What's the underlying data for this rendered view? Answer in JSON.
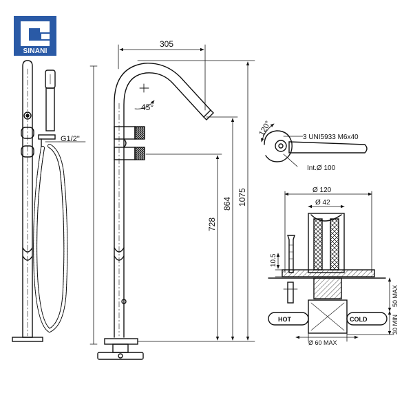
{
  "brand": {
    "name": "SINANI",
    "color": "#2a5aa6"
  },
  "dimensions": {
    "spout_reach": "305",
    "spout_angle": "45°",
    "height_total": "1075",
    "height_spout": "864",
    "height_handle": "728",
    "inlet_thread": "G1/2\"",
    "handle_rotation": "120°",
    "screws": "3 UNI5933 M6x40",
    "interaxis": "Int.Ø 100",
    "flange_diameter": "Ø 120",
    "body_diameter": "Ø 42",
    "flange_height": "10.5",
    "depth_max": "50 MAX",
    "depth_min": "30 MIN",
    "pipe_diameter": "Ø 60 MAX"
  },
  "pipes": {
    "hot": "HOT",
    "cold": "COLD"
  }
}
